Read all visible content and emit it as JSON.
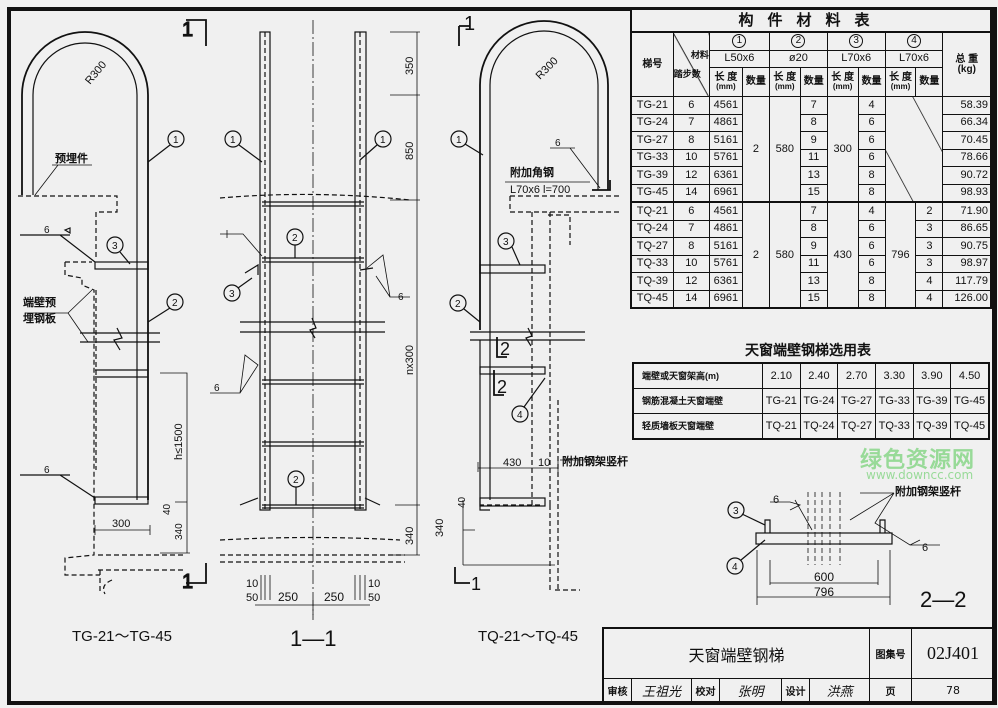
{
  "material_table": {
    "title": "构件材料表",
    "col_ladder": "梯号",
    "col_material": "材料",
    "col_steps": "踏步数",
    "parts": [
      {
        "no": "1",
        "spec": "L50x6"
      },
      {
        "no": "2",
        "spec": "ø20"
      },
      {
        "no": "3",
        "spec": "L70x6"
      },
      {
        "no": "4",
        "spec": "L70x6"
      }
    ],
    "length_label": "长 度",
    "length_unit": "(mm)",
    "qty_label": "数量",
    "weight_label": "总 重",
    "weight_unit": "(kg)",
    "groups": [
      {
        "qty1": "2",
        "len2": "580",
        "len3": "300",
        "len4": "",
        "rows": [
          {
            "id": "TG-21",
            "steps": "6",
            "len1": "4561",
            "qty2": "7",
            "qty3": "4",
            "qty4": "",
            "weight": "58.39"
          },
          {
            "id": "TG-24",
            "steps": "7",
            "len1": "4861",
            "qty2": "8",
            "qty3": "6",
            "qty4": "",
            "weight": "66.34"
          },
          {
            "id": "TG-27",
            "steps": "8",
            "len1": "5161",
            "qty2": "9",
            "qty3": "6",
            "qty4": "",
            "weight": "70.45"
          },
          {
            "id": "TG-33",
            "steps": "10",
            "len1": "5761",
            "qty2": "11",
            "qty3": "6",
            "qty4": "",
            "weight": "78.66"
          },
          {
            "id": "TG-39",
            "steps": "12",
            "len1": "6361",
            "qty2": "13",
            "qty3": "8",
            "qty4": "",
            "weight": "90.72"
          },
          {
            "id": "TG-45",
            "steps": "14",
            "len1": "6961",
            "qty2": "15",
            "qty3": "8",
            "qty4": "",
            "weight": "98.93"
          }
        ]
      },
      {
        "qty1": "2",
        "len2": "580",
        "len3": "430",
        "len4": "796",
        "rows": [
          {
            "id": "TQ-21",
            "steps": "6",
            "len1": "4561",
            "qty2": "7",
            "qty3": "4",
            "qty4": "2",
            "weight": "71.90"
          },
          {
            "id": "TQ-24",
            "steps": "7",
            "len1": "4861",
            "qty2": "8",
            "qty3": "6",
            "qty4": "3",
            "weight": "86.65"
          },
          {
            "id": "TQ-27",
            "steps": "8",
            "len1": "5161",
            "qty2": "9",
            "qty3": "6",
            "qty4": "3",
            "weight": "90.75"
          },
          {
            "id": "TQ-33",
            "steps": "10",
            "len1": "5761",
            "qty2": "11",
            "qty3": "6",
            "qty4": "3",
            "weight": "98.97"
          },
          {
            "id": "TQ-39",
            "steps": "12",
            "len1": "6361",
            "qty2": "13",
            "qty3": "8",
            "qty4": "4",
            "weight": "117.79"
          },
          {
            "id": "TQ-45",
            "steps": "14",
            "len1": "6961",
            "qty2": "15",
            "qty3": "8",
            "qty4": "4",
            "weight": "126.00"
          }
        ]
      }
    ]
  },
  "selection_table": {
    "title": "天窗端壁钢梯选用表",
    "rows": [
      {
        "label": "端壁或天窗架高(m)",
        "values": [
          "2.10",
          "2.40",
          "2.70",
          "3.30",
          "3.90",
          "4.50"
        ]
      },
      {
        "label": "钢筋混凝土天窗端壁",
        "values": [
          "TG-21",
          "TG-24",
          "TG-27",
          "TG-33",
          "TG-39",
          "TG-45"
        ]
      },
      {
        "label": "轻质墙板天窗端壁",
        "values": [
          "TQ-21",
          "TQ-24",
          "TQ-27",
          "TQ-33",
          "TQ-39",
          "TQ-45"
        ]
      }
    ]
  },
  "drawings": {
    "tg": {
      "caption": "TG-21～TG-45",
      "radius": "R300",
      "embedded": "预埋件",
      "wall_plate_1": "端壁预",
      "wall_plate_2": "埋钢板",
      "weld": "6",
      "dim_h": "h≤1500",
      "dim_300": "300",
      "dim_40": "40",
      "dim_340": "340",
      "section_mark": "1",
      "callouts": [
        "1",
        "2",
        "3"
      ]
    },
    "section_1_1": {
      "caption": "1—1",
      "dim_350": "350",
      "dim_850": "850",
      "dim_n300": "nx300",
      "dim_340": "340",
      "dim_10": "10",
      "dim_50": "50",
      "dim_250": "250",
      "weld": "6",
      "callouts": [
        "1",
        "2",
        "3"
      ]
    },
    "tq": {
      "caption": "TQ-21～TQ-45",
      "radius": "R300",
      "extra_angle": "附加角钢",
      "extra_angle_spec": "L70x6  l=700",
      "extra_post": "附加钢架竖杆",
      "weld": "6",
      "dim_430": "430",
      "dim_10": "10",
      "dim_40": "40",
      "dim_340": "340",
      "section_mark_1": "1",
      "section_mark_2": "2",
      "callouts": [
        "1",
        "2",
        "3",
        "4"
      ]
    },
    "section_2_2": {
      "caption": "2—2",
      "extra_post": "附加钢架竖杆",
      "weld": "6",
      "dim_600": "600",
      "dim_796": "796",
      "callouts": [
        "3",
        "4"
      ]
    }
  },
  "title_block": {
    "title": "天窗端壁钢梯",
    "atlas_label": "图集号",
    "atlas_no": "02J401",
    "review_label": "审核",
    "review_sig": "王祖光",
    "check_label": "校对",
    "check_sig": "张明",
    "design_label": "设计",
    "design_sig": "洪燕",
    "page_label": "页",
    "page_no": "78"
  },
  "watermark": {
    "name": "绿色资源网",
    "url": "www.downcc.com",
    "color": "#50c850"
  }
}
